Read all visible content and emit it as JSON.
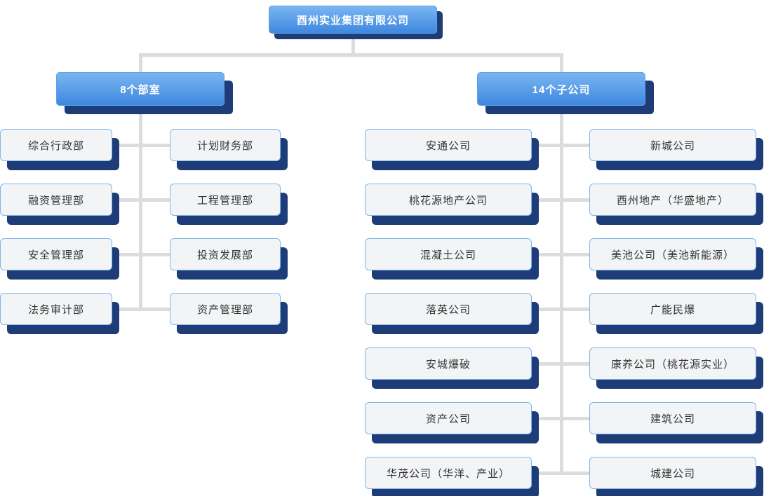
{
  "root": {
    "label": "酉州实业集团有限公司"
  },
  "branches": {
    "departments": {
      "label": "8个部室",
      "columns": [
        [
          "综合行政部",
          "融资管理部",
          "安全管理部",
          "法务审计部"
        ],
        [
          "计划财务部",
          "工程管理部",
          "投资发展部",
          "资产管理部"
        ]
      ]
    },
    "subsidiaries": {
      "label": "14个子公司",
      "columns": [
        [
          "安通公司",
          "桃花源地产公司",
          "混凝土公司",
          "落英公司",
          "安城爆破",
          "资产公司",
          "华茂公司（华洋、产业）"
        ],
        [
          "新城公司",
          "酉州地产（华盛地产）",
          "美池公司（美池新能源）",
          "广能民爆",
          "康养公司（桃花源实业）",
          "建筑公司",
          "城建公司"
        ]
      ]
    }
  },
  "colors": {
    "node_gradient_top": "#79b5f1",
    "node_gradient_bottom": "#3f88e0",
    "node_border": "#5ea1e8",
    "shadow_navy": "#1e3d78",
    "box_bg": "#f3f4f6",
    "box_border": "#7db7ef",
    "connector": "#dcdcdc",
    "box_text": "#333333",
    "node_text": "#ffffff"
  }
}
